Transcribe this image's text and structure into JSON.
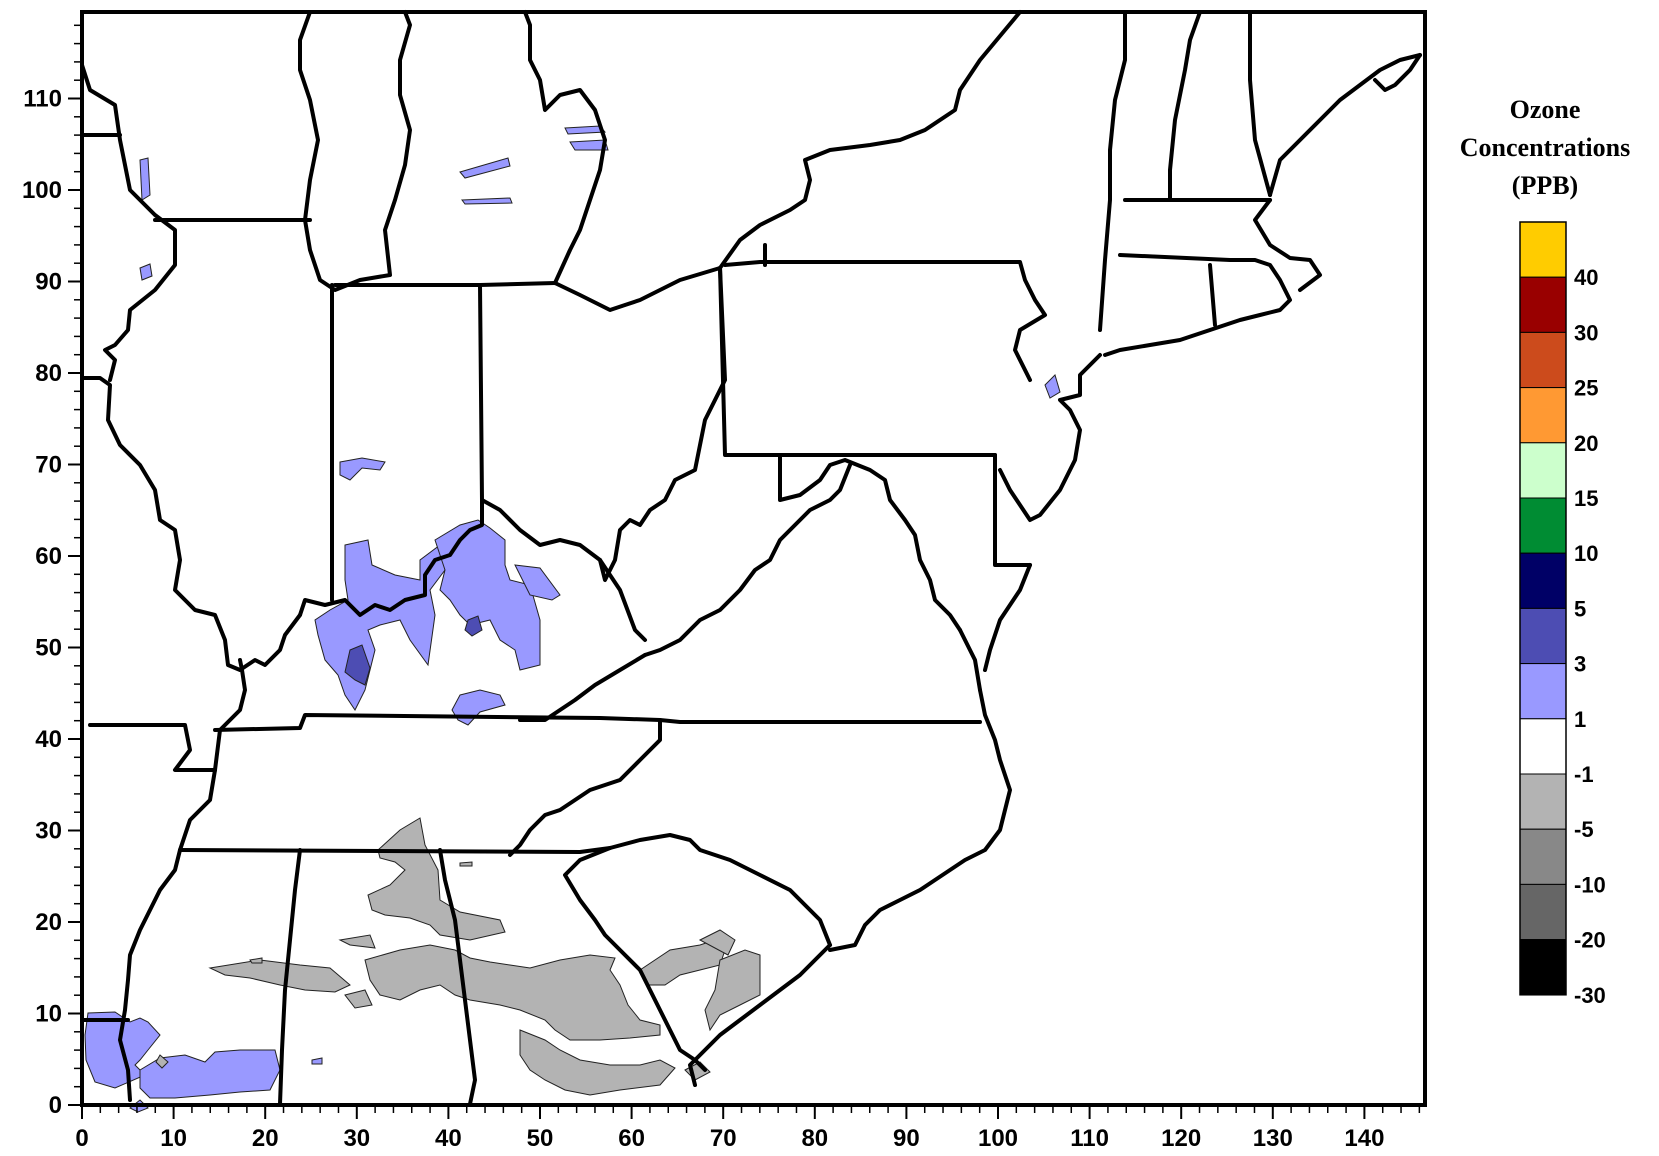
{
  "legend": {
    "title_lines": [
      "Ozone",
      "Concentrations",
      "(PPB)"
    ],
    "bins": [
      {
        "color": "#FFCC00"
      },
      {
        "color": "#990000"
      },
      {
        "color": "#CC4B1C"
      },
      {
        "color": "#FF9933"
      },
      {
        "color": "#CCFFCC"
      },
      {
        "color": "#008C33"
      },
      {
        "color": "#000066"
      },
      {
        "color": "#4D4DB3"
      },
      {
        "color": "#9999FF"
      },
      {
        "color": "#FFFFFF"
      },
      {
        "color": "#B3B3B3"
      },
      {
        "color": "#888888"
      },
      {
        "color": "#666666"
      },
      {
        "color": "#000000"
      }
    ],
    "labels": [
      "40",
      "30",
      "25",
      "20",
      "15",
      "10",
      "5",
      "3",
      "1",
      "-1",
      "-5",
      "-10",
      "-20",
      "-30"
    ]
  },
  "axes": {
    "x_ticks": [
      "0",
      "10",
      "20",
      "30",
      "40",
      "50",
      "60",
      "70",
      "80",
      "90",
      "100",
      "110",
      "120",
      "130",
      "140"
    ],
    "y_ticks": [
      "0",
      "10",
      "20",
      "30",
      "40",
      "50",
      "60",
      "70",
      "80",
      "90",
      "100",
      "110"
    ]
  },
  "colors": {
    "positive_light": "#9999FF",
    "positive_dark": "#4D4DB3",
    "negative_light": "#B3B3B3"
  }
}
